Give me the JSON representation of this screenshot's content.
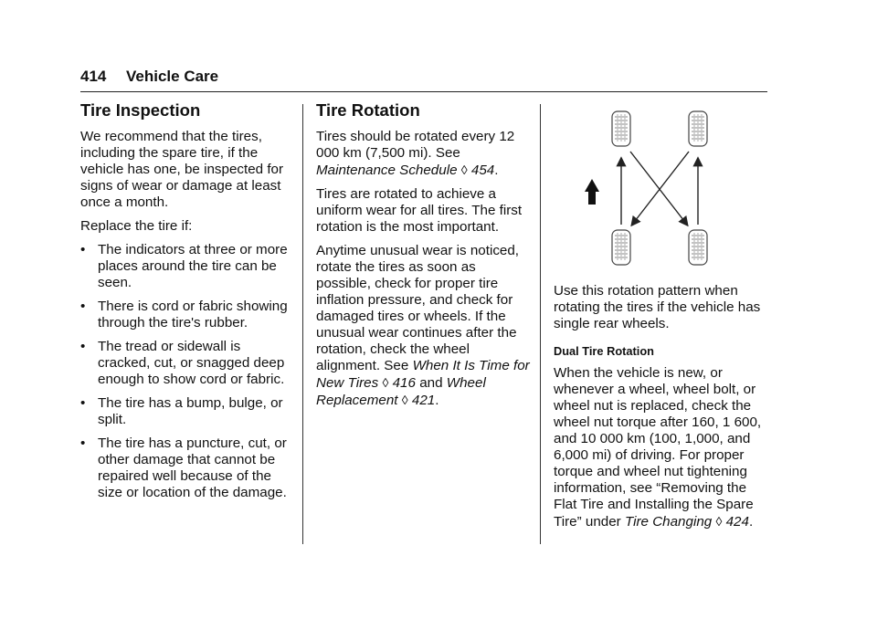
{
  "header": {
    "page_number": "414",
    "section_title": "Vehicle Care"
  },
  "col1": {
    "heading": "Tire Inspection",
    "intro": "We recommend that the tires, including the spare tire, if the vehicle has one, be inspected for signs of wear or damage at least once a month.",
    "replace_lead": "Replace the tire if:",
    "bullet_char": "•",
    "bullets": [
      "The indicators at three or more places around the tire can be seen.",
      "There is cord or fabric showing through the tire's rubber.",
      "The tread or sidewall is cracked, cut, or snagged deep enough to show cord or fabric.",
      "The tire has a bump, bulge, or split.",
      "The tire has a puncture, cut, or other damage that cannot be repaired well because of the size or location of the damage."
    ]
  },
  "col2": {
    "heading": "Tire Rotation",
    "p1_text": "Tires should be rotated every 12 000 km (7,500 mi). See",
    "p1_link": "Maintenance Schedule",
    "p1_ref": "454",
    "ref_symbol": "◊",
    "p2": "Tires are rotated to achieve a uniform wear for all tires. The first rotation is the most important.",
    "p3_text": "Anytime unusual wear is noticed, rotate the tires as soon as possible, check for proper tire inflation pressure, and check for damaged tires or wheels. If the unusual wear continues after the rotation, check the wheel alignment. See",
    "p3_link1": "When It Is Time for New Tires",
    "p3_ref1": "416",
    "p3_and": "and",
    "p3_link2": "Wheel Replacement",
    "p3_ref2": "421"
  },
  "col3": {
    "caption": "Use this rotation pattern when rotating the tires if the vehicle has single rear wheels.",
    "subheading": "Dual Tire Rotation",
    "p_text": "When the vehicle is new, or whenever a wheel, wheel bolt, or wheel nut is replaced, check the wheel nut torque after 160, 1 600, and 10 000 km (100, 1,000, and 6,000 mi) of driving. For proper torque and wheel nut tightening information, see “Removing the Flat Tire and Installing the Spare Tire” under",
    "p_link": "Tire Changing",
    "p_ref": "424"
  }
}
